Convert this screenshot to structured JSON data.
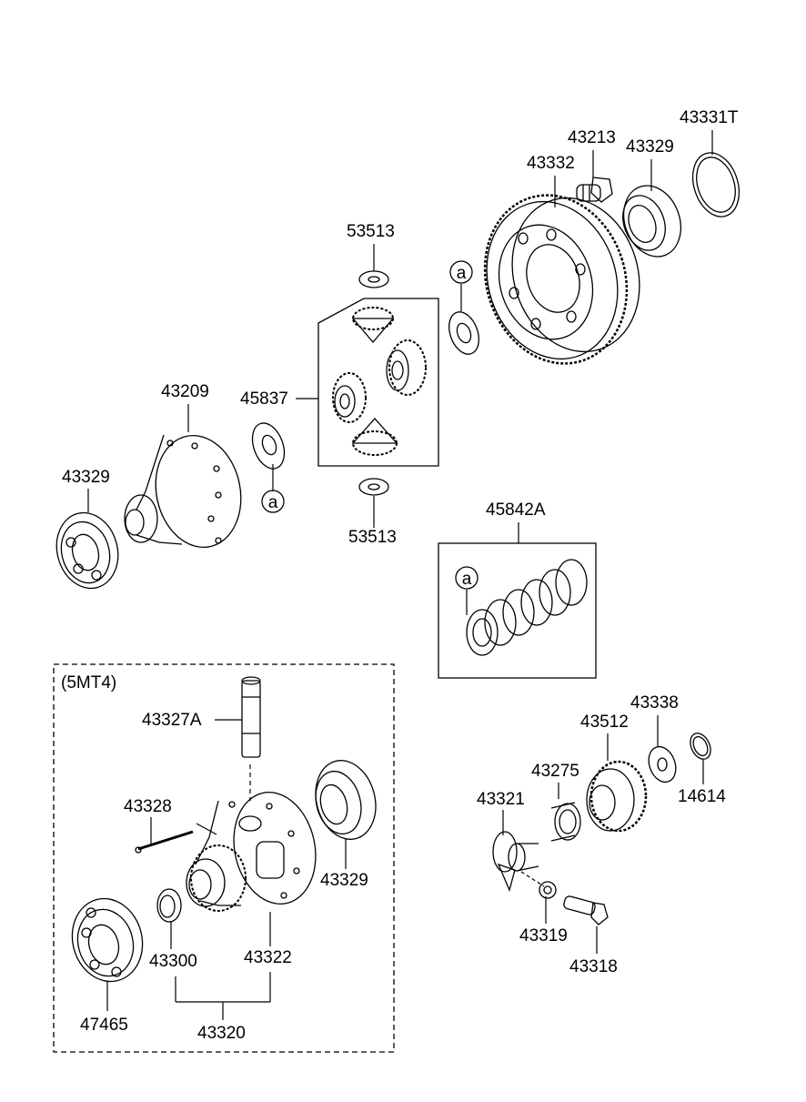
{
  "labels": {
    "p43331T": "43331T",
    "p43213": "43213",
    "p43329_top": "43329",
    "p43332": "43332",
    "p53513_top": "53513",
    "p45837": "45837",
    "p43209": "43209",
    "p43329_left": "43329",
    "p53513_bottom": "53513",
    "p45842A": "45842A",
    "group_5mt4": "(5MT4)",
    "p43327A": "43327A",
    "p43328": "43328",
    "p43329_mid": "43329",
    "p43300": "43300",
    "p43322": "43322",
    "p47465": "47465",
    "p43320": "43320",
    "p43338": "43338",
    "p43512": "43512",
    "p43275": "43275",
    "p43321": "43321",
    "p14614": "14614",
    "p43319": "43319",
    "p43318": "43318"
  },
  "callouts": {
    "a1": "a",
    "a2": "a",
    "a3": "a"
  }
}
